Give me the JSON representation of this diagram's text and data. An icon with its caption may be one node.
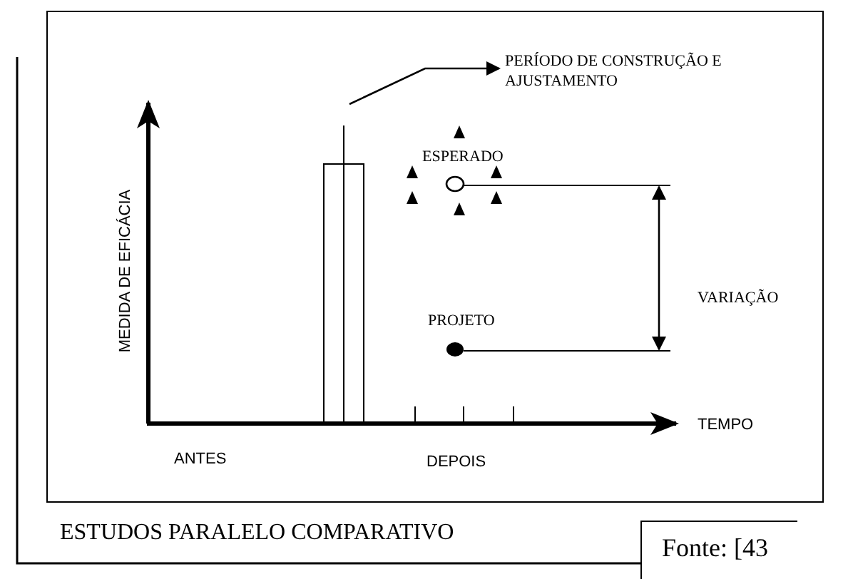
{
  "diagram": {
    "caption": "ESTUDOS PARALELO COMPARATIVO",
    "nodes": [
      {
        "text": [],
        "shape": "bar"
      },
      {
        "text": [
          "PERÍODO DE CONSTRUÇÃO E AJUSTAMENTO"
        ]
      }
    ],
    "edges": [
      {
        "from": 0,
        "to": 1,
        "arrow": "to"
      }
    ],
    "labels": [
      "MEDIDA DE EFICÁCIA",
      "ESPERADO",
      "VARIAÇÃO",
      "PROJETO",
      "TEMPO",
      "ANTES",
      "DEPOIS",
      "Fonte: [43"
    ]
  }
}
